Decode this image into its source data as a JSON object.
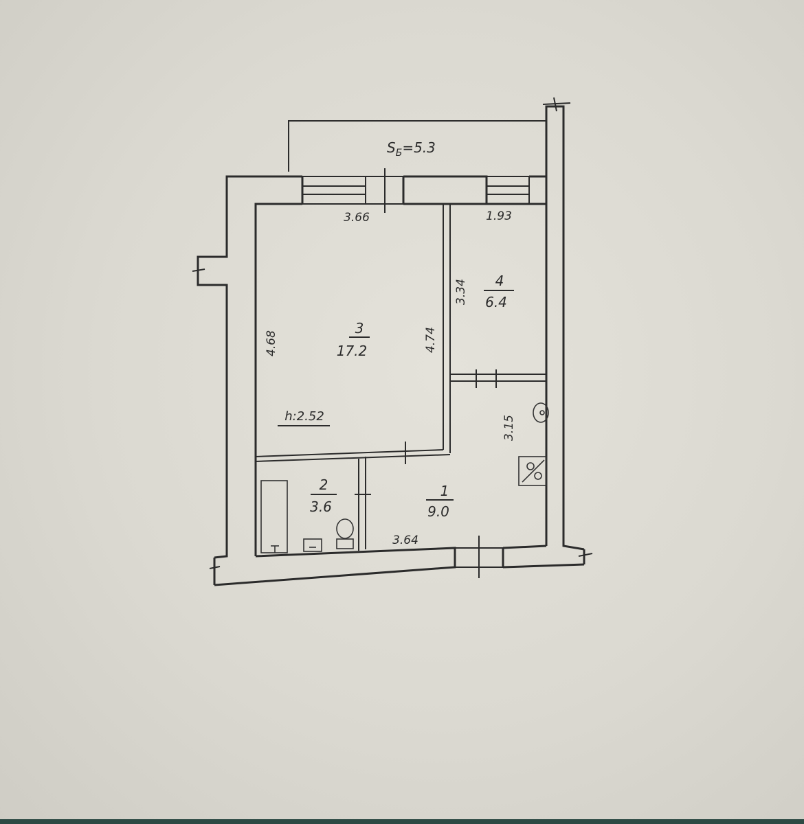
{
  "balcony": {
    "prefix": "S",
    "subscript": "Б",
    "value": "=5.3"
  },
  "rooms": [
    {
      "number": "3",
      "area": "17.2"
    },
    {
      "number": "4",
      "area": "6.4"
    },
    {
      "number": "2",
      "area": "3.6"
    },
    {
      "number": "1",
      "area": "9.0"
    }
  ],
  "dimensions": {
    "room3_width": "3.66",
    "room4_width": "1.93",
    "room3_left_height": "4.68",
    "room3_right_height": "4.74",
    "room4_height": "3.34",
    "room1_height": "3.15",
    "room1_width": "3.64",
    "ceiling_height": "h:2.52"
  },
  "icons": [
    "sink-icon",
    "stove-icon",
    "bathtub-icon",
    "toilet-icon"
  ]
}
